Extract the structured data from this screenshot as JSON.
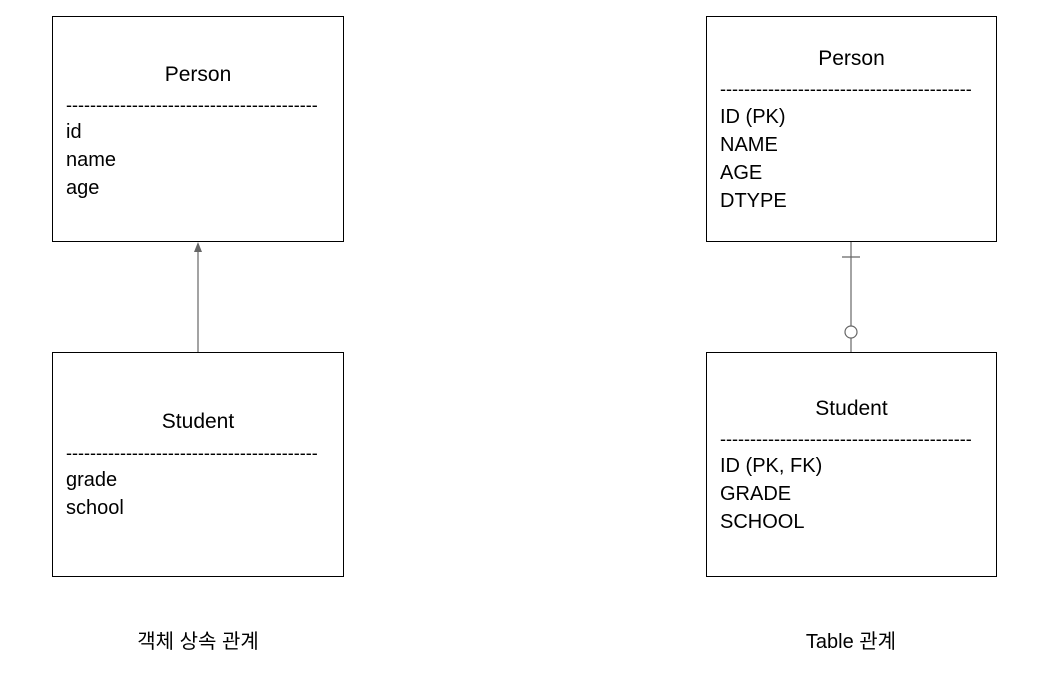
{
  "object_diagram": {
    "person": {
      "title": "Person",
      "divider": "------------------------------------------",
      "fields": [
        "id",
        "name",
        "age"
      ]
    },
    "student": {
      "title": "Student",
      "divider": "------------------------------------------",
      "fields": [
        "grade",
        "school"
      ]
    },
    "caption": "객체 상속 관계"
  },
  "table_diagram": {
    "person": {
      "title": "Person",
      "divider": "------------------------------------------",
      "fields": [
        "ID (PK)",
        "NAME",
        "AGE",
        "DTYPE"
      ]
    },
    "student": {
      "title": "Student",
      "divider": "------------------------------------------",
      "fields": [
        "ID (PK, FK)",
        "GRADE",
        "SCHOOL"
      ]
    },
    "caption": "Table 관계"
  },
  "colors": {
    "border": "#000000",
    "connector": "#666666",
    "background": "#ffffff"
  }
}
